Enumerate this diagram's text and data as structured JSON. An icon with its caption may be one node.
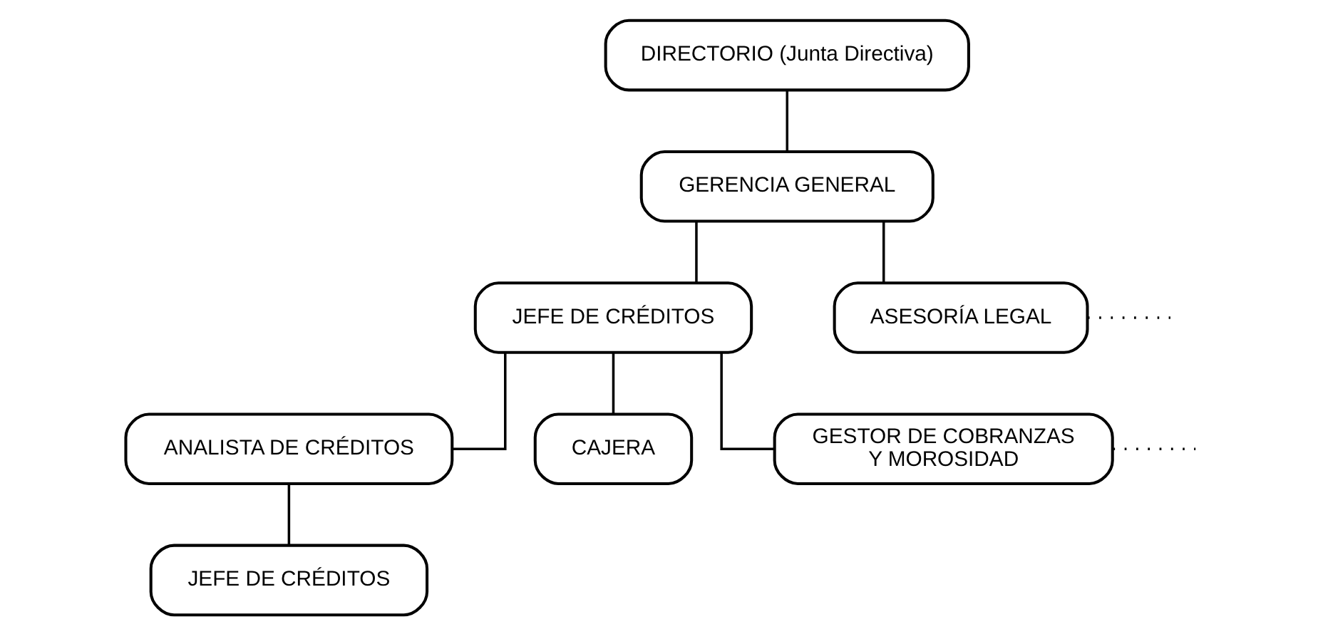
{
  "diagram": {
    "nodes": [
      {
        "text": [
          "DIRECTORIO (Junta Directiva)"
        ]
      },
      {
        "text": [
          "GERENCIA GENERAL"
        ]
      },
      {
        "text": [
          "JEFE DE CRÉDITOS"
        ]
      },
      {
        "text": [
          "ASESORÍA LEGAL"
        ]
      },
      {
        "text": [
          "ANALISTA DE CRÉDITOS"
        ]
      },
      {
        "text": [
          "CAJERA"
        ]
      },
      {
        "text": [
          "GESTOR DE COBRANZAS Y MOROSIDAD"
        ]
      },
      {
        "text": [
          "JEFE DE CRÉDITOS"
        ]
      }
    ],
    "edges": [
      {
        "from": 0,
        "to": 1,
        "arrow": "none"
      },
      {
        "from": 1,
        "to": 2,
        "arrow": "none"
      },
      {
        "from": 1,
        "to": 3,
        "arrow": "none"
      },
      {
        "from": 2,
        "to": 4,
        "arrow": "none"
      },
      {
        "from": 2,
        "to": 5,
        "arrow": "none"
      },
      {
        "from": 2,
        "to": 6,
        "arrow": "none"
      },
      {
        "from": 4,
        "to": 7,
        "arrow": "none"
      },
      {
        "from": 3,
        "to": null,
        "arrow": "none",
        "style": "dashed"
      },
      {
        "from": 6,
        "to": null,
        "arrow": "none",
        "style": "dashed"
      }
    ]
  }
}
